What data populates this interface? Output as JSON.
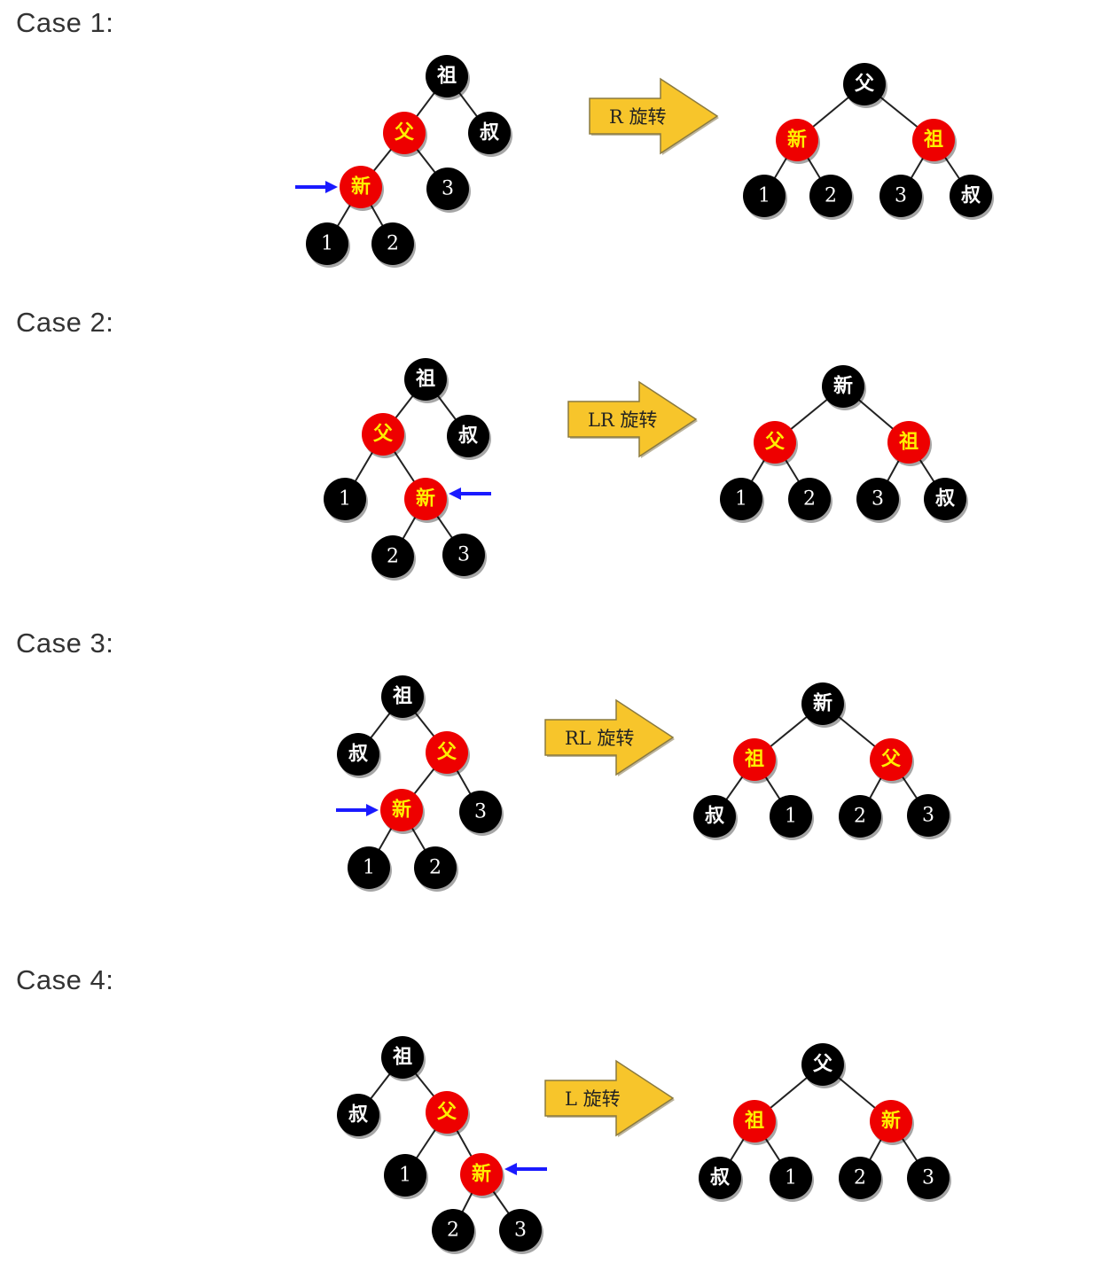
{
  "colors": {
    "red_node": "#ee0000",
    "black_node": "#000000",
    "red_text": "#ffee00",
    "black_text": "#ffffff",
    "arrow_fill": "#f7c52b",
    "pointer": "#1a1aff",
    "edge": "#222222"
  },
  "cases": [
    {
      "label": "Case 1:",
      "rotation": "R 旋转",
      "before": [
        {
          "t": "祖",
          "c": "black"
        },
        {
          "t": "叔",
          "c": "black"
        },
        {
          "t": "父",
          "c": "red"
        },
        {
          "t": "3",
          "c": "black"
        },
        {
          "t": "新",
          "c": "red",
          "pointer": "left"
        },
        {
          "t": "1",
          "c": "black"
        },
        {
          "t": "2",
          "c": "black"
        }
      ],
      "after": [
        {
          "t": "父",
          "c": "black"
        },
        {
          "t": "新",
          "c": "red"
        },
        {
          "t": "祖",
          "c": "red"
        },
        {
          "t": "1",
          "c": "black"
        },
        {
          "t": "2",
          "c": "black"
        },
        {
          "t": "3",
          "c": "black"
        },
        {
          "t": "叔",
          "c": "black"
        }
      ]
    },
    {
      "label": "Case 2:",
      "rotation": "LR 旋转",
      "before": [
        {
          "t": "祖",
          "c": "black"
        },
        {
          "t": "父",
          "c": "red"
        },
        {
          "t": "叔",
          "c": "black"
        },
        {
          "t": "1",
          "c": "black"
        },
        {
          "t": "新",
          "c": "red",
          "pointer": "right"
        },
        {
          "t": "2",
          "c": "black"
        },
        {
          "t": "3",
          "c": "black"
        }
      ],
      "after": [
        {
          "t": "新",
          "c": "black"
        },
        {
          "t": "父",
          "c": "red"
        },
        {
          "t": "祖",
          "c": "red"
        },
        {
          "t": "1",
          "c": "black"
        },
        {
          "t": "2",
          "c": "black"
        },
        {
          "t": "3",
          "c": "black"
        },
        {
          "t": "叔",
          "c": "black"
        }
      ]
    },
    {
      "label": "Case 3:",
      "rotation": "RL 旋转",
      "before": [
        {
          "t": "祖",
          "c": "black"
        },
        {
          "t": "叔",
          "c": "black"
        },
        {
          "t": "父",
          "c": "red"
        },
        {
          "t": "新",
          "c": "red",
          "pointer": "left"
        },
        {
          "t": "3",
          "c": "black"
        },
        {
          "t": "1",
          "c": "black"
        },
        {
          "t": "2",
          "c": "black"
        }
      ],
      "after": [
        {
          "t": "新",
          "c": "black"
        },
        {
          "t": "祖",
          "c": "red"
        },
        {
          "t": "父",
          "c": "red"
        },
        {
          "t": "叔",
          "c": "black"
        },
        {
          "t": "1",
          "c": "black"
        },
        {
          "t": "2",
          "c": "black"
        },
        {
          "t": "3",
          "c": "black"
        }
      ]
    },
    {
      "label": "Case 4:",
      "rotation": "L 旋转",
      "before": [
        {
          "t": "祖",
          "c": "black"
        },
        {
          "t": "叔",
          "c": "black"
        },
        {
          "t": "父",
          "c": "red"
        },
        {
          "t": "1",
          "c": "black"
        },
        {
          "t": "新",
          "c": "red",
          "pointer": "right"
        },
        {
          "t": "2",
          "c": "black"
        },
        {
          "t": "3",
          "c": "black"
        }
      ],
      "after": [
        {
          "t": "父",
          "c": "black"
        },
        {
          "t": "祖",
          "c": "red"
        },
        {
          "t": "新",
          "c": "red"
        },
        {
          "t": "叔",
          "c": "black"
        },
        {
          "t": "1",
          "c": "black"
        },
        {
          "t": "2",
          "c": "black"
        },
        {
          "t": "3",
          "c": "black"
        }
      ]
    }
  ]
}
